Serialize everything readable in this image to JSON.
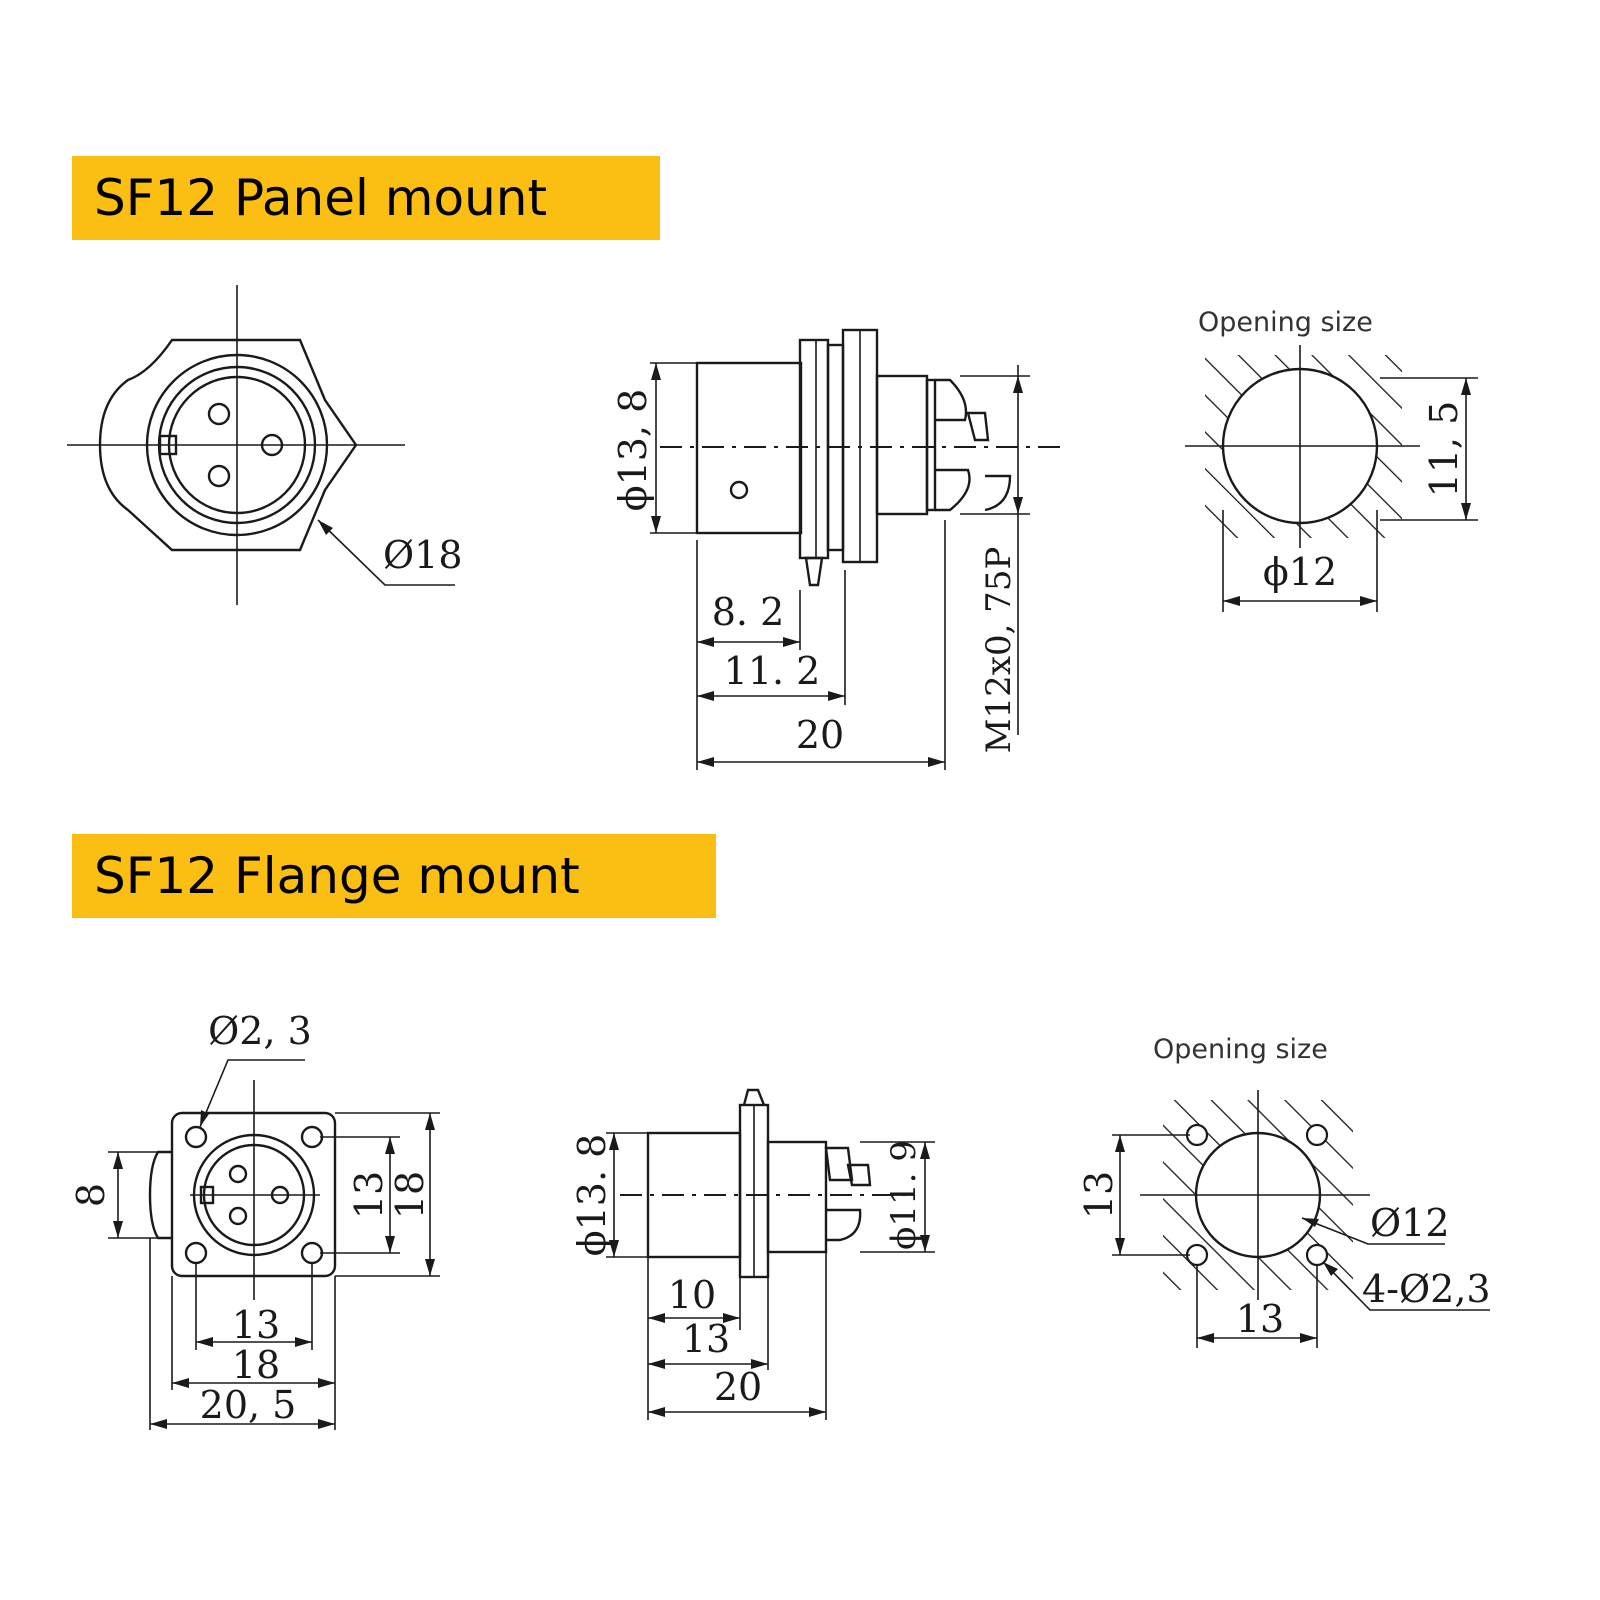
{
  "banners": {
    "panel": "SF12 Panel mount",
    "flange": "SF12 Flange mount"
  },
  "panel_mount": {
    "front_dia": "Ø18",
    "side_dia": "ϕ13, 8",
    "len_a": "8. 2",
    "len_b": "11. 2",
    "len_total": "20",
    "thread": "M12x0, 75P",
    "opening_label": "Opening size",
    "opening_height": "11, 5",
    "opening_dia": "ϕ12"
  },
  "flange_mount": {
    "hole_dia": "Ø2, 3",
    "left_height": "8",
    "hole_spacing_v": "13",
    "flange_height": "18",
    "hole_spacing_h": "13",
    "flange_width": "18",
    "total_width": "20, 5",
    "side_dia": "ϕ13. 8",
    "side_dia_small": "ϕ11. 9",
    "len_a": "10",
    "len_b": "13",
    "len_total": "20",
    "opening_label": "Opening size",
    "opening_spacing_v": "13",
    "opening_dia": "Ø12",
    "opening_holes": "4-Ø2,3",
    "opening_spacing_h": "13"
  },
  "colors": {
    "banner": "#fbbe12",
    "line": "#1a1a1a"
  }
}
